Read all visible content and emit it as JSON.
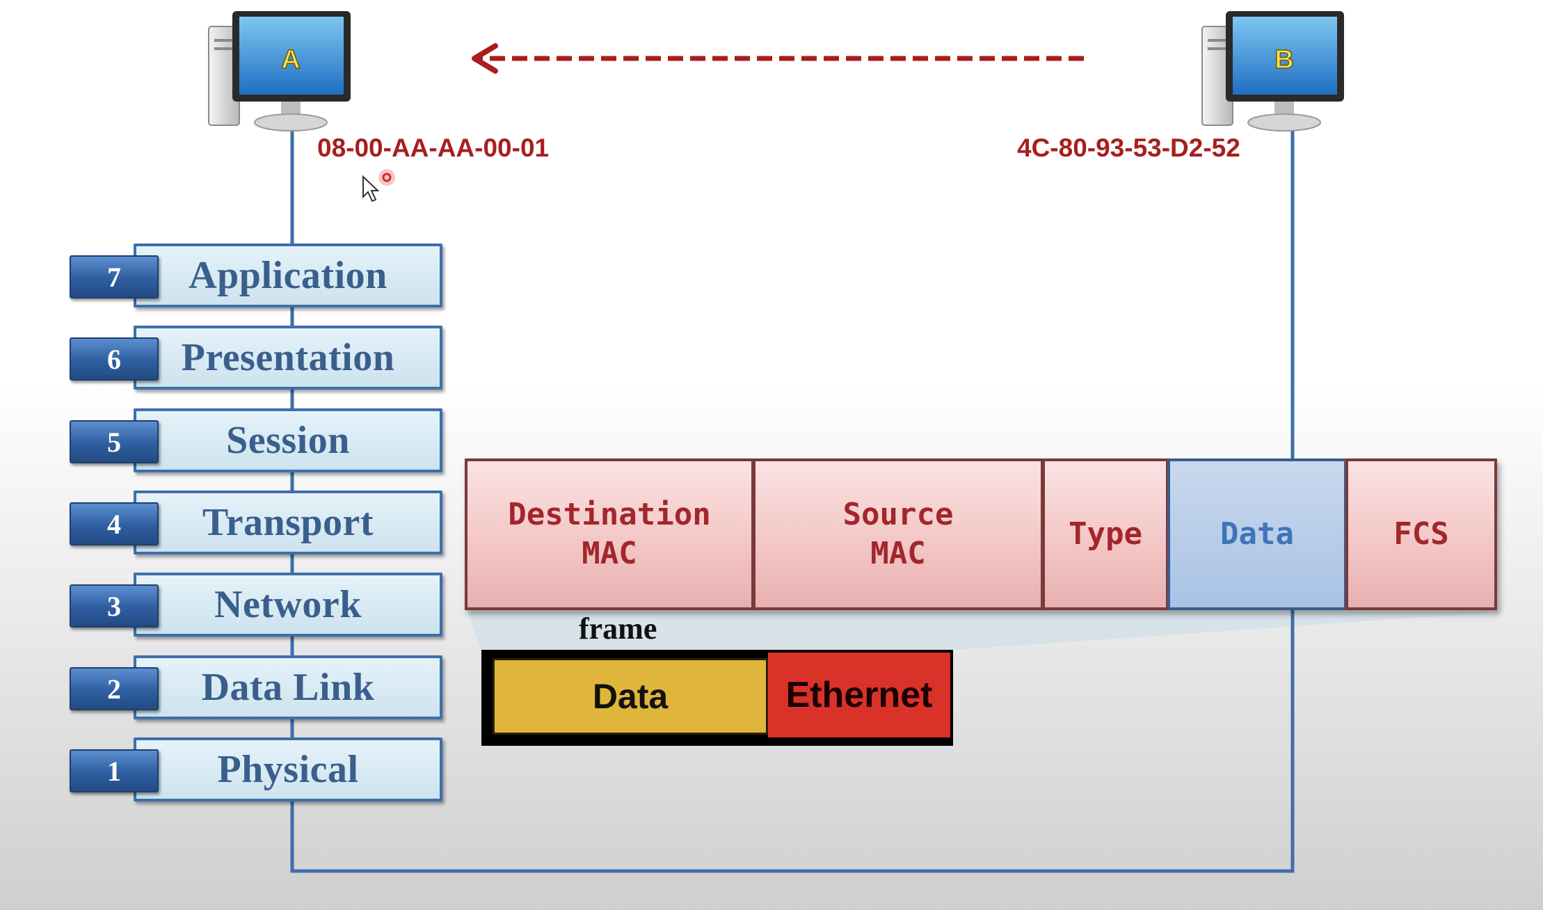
{
  "hosts": {
    "a": {
      "label": "A",
      "mac": "08-00-AA-AA-00-01"
    },
    "b": {
      "label": "B",
      "mac": "4C-80-93-53-D2-52"
    }
  },
  "osi_layers": [
    {
      "number": "7",
      "name": "Application"
    },
    {
      "number": "6",
      "name": "Presentation"
    },
    {
      "number": "5",
      "name": "Session"
    },
    {
      "number": "4",
      "name": "Transport"
    },
    {
      "number": "3",
      "name": "Network"
    },
    {
      "number": "2",
      "name": "Data Link"
    },
    {
      "number": "1",
      "name": "Physical"
    }
  ],
  "frame_fields": {
    "destination": {
      "line1": "Destination",
      "line2": "MAC"
    },
    "source": {
      "line1": "Source",
      "line2": "MAC"
    },
    "type": "Type",
    "data": "Data",
    "fcs": "FCS"
  },
  "frame_label": "frame",
  "encapsulation": {
    "data": "Data",
    "header": "Ethernet"
  },
  "colors": {
    "arrow": "#a81e1e",
    "wire": "#3d6faa",
    "layer_text": "#3a5f8c",
    "field_text": "#a2262a",
    "ethernet": "#d93229",
    "data_block": "#e0b53b"
  },
  "icons": [
    "computer-a-icon",
    "computer-b-icon",
    "mouse-cursor-icon"
  ]
}
